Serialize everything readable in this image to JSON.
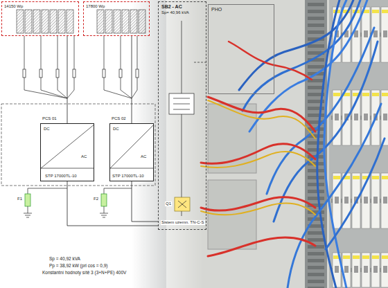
{
  "diagram": {
    "nodes": [
      {
        "text": [
          "14150 Wp"
        ]
      },
      {
        "text": [
          "17800 Wp"
        ]
      },
      {
        "text": [
          "DC",
          "AC",
          "STP 17000TL-10"
        ]
      },
      {
        "text": [
          "DC",
          "AC",
          "STP 17000TL-10"
        ]
      },
      {
        "text": [
          "SB2 - AC",
          "Sp= 40,96 kVA"
        ]
      },
      {
        "text": [
          "PHO"
        ]
      }
    ],
    "edges": [
      {
        "from": 0,
        "to": 2,
        "arrow": "none"
      },
      {
        "from": 1,
        "to": 3,
        "arrow": "none"
      },
      {
        "from": 2,
        "to": 4,
        "arrow": "none"
      },
      {
        "from": 3,
        "to": 4,
        "arrow": "none"
      }
    ],
    "labels": [
      "PCS 01",
      "PCS 02",
      "F1",
      "F2",
      "Q1",
      "Sistem uzemn. TN-C-S",
      "Sp = 40,92 kVA",
      "Pp = 38,92 kW (pri cos = 0,9)",
      "Konstantní hodnoty sítě 3 (3+N+PE) 400V"
    ]
  }
}
